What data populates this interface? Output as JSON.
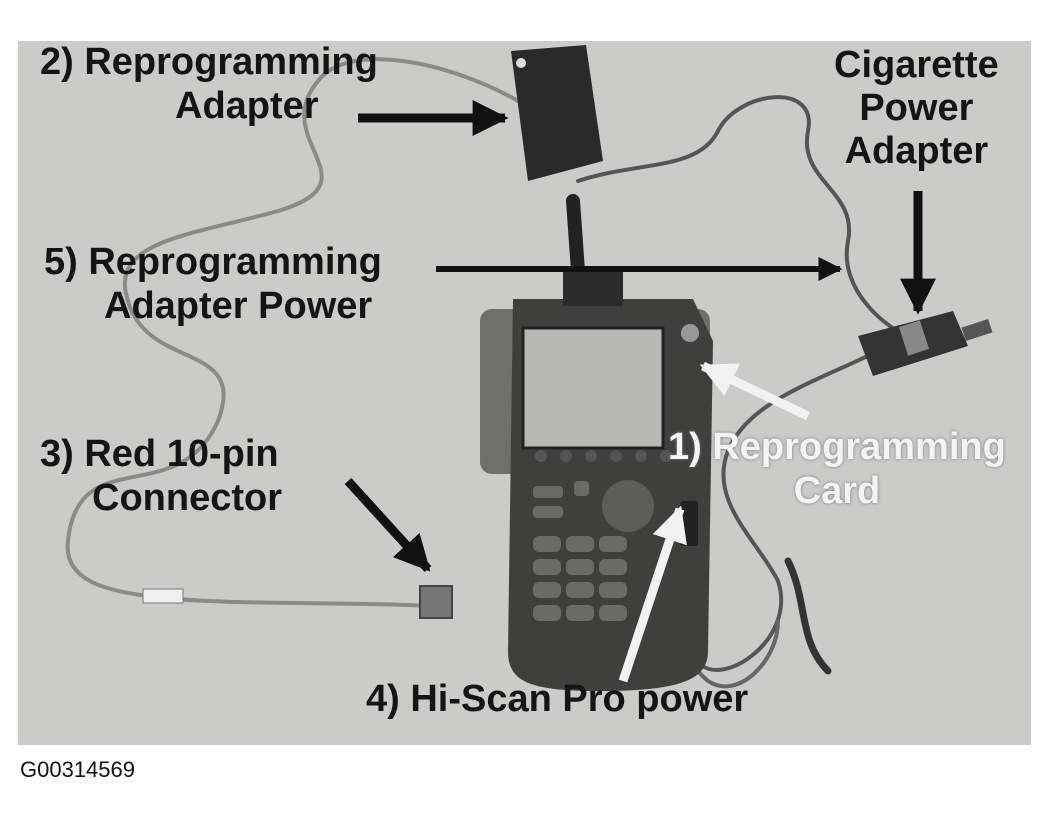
{
  "labels": {
    "reprogramming_adapter": [
      "2) Reprogramming",
      "Adapter"
    ],
    "cigarette_power_adapter": [
      "Cigarette",
      "Power",
      "Adapter"
    ],
    "reprogramming_adapter_power": [
      "5) Reprogramming",
      "Adapter Power"
    ],
    "reprogramming_card": [
      "1) Reprogramming",
      "Card"
    ],
    "red_connector": [
      "3) Red 10-pin",
      "Connector"
    ],
    "hi_scan_power": "4) Hi-Scan Pro power"
  },
  "figure_id": "G00314569",
  "colors": {
    "background": "#cbcbc9",
    "label_dark": "#141414",
    "label_light": "#f4f4f4"
  }
}
